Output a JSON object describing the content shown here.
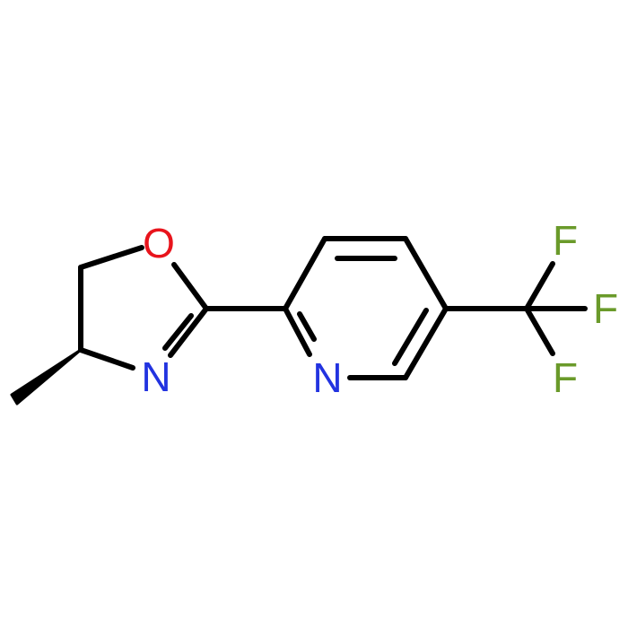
{
  "molecule": {
    "atoms": {
      "oxygen": {
        "symbol": "O",
        "color": "#e8141c"
      },
      "oxazoline_nitrogen": {
        "symbol": "N",
        "color": "#2233e0"
      },
      "pyridine_nitrogen": {
        "symbol": "N",
        "color": "#2233e0"
      },
      "fluorine_1": {
        "symbol": "F",
        "color": "#6a9a2a"
      },
      "fluorine_2": {
        "symbol": "F",
        "color": "#6a9a2a"
      },
      "fluorine_3": {
        "symbol": "F",
        "color": "#6a9a2a"
      }
    },
    "bond_color": "#000000"
  }
}
